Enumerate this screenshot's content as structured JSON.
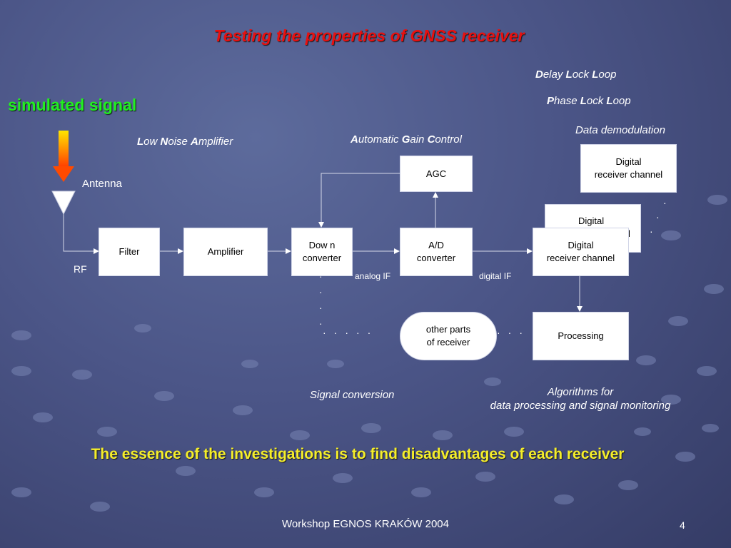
{
  "title": "Testing the properties of GNSS receiver",
  "simulated_signal": "simulated signal",
  "labels": {
    "low_noise_amplifier": {
      "l1": "L",
      "r1": "ow ",
      "l2": "N",
      "r2": "oise ",
      "l3": "A",
      "r3": "mplifier"
    },
    "agc_full": {
      "l1": "A",
      "r1": "utomatic ",
      "l2": "G",
      "r2": "ain ",
      "l3": "C",
      "r3": "ontrol"
    },
    "dll": {
      "l1": "D",
      "r1": "elay ",
      "l2": "L",
      "r2": "ock ",
      "l3": "L",
      "r3": "oop"
    },
    "pll": {
      "l1": "P",
      "r1": "hase ",
      "l2": "L",
      "r2": "ock ",
      "l3": "L",
      "r3": "oop"
    },
    "data_demodulation": "Data demodulation",
    "antenna": "Antenna",
    "rf": "RF",
    "analog_if": "analog IF",
    "digital_if": "digital IF",
    "signal_conversion": "Signal conversion",
    "algorithms_line1": "Algorithms for",
    "algorithms_line2": "data processing and signal monitoring"
  },
  "boxes": {
    "filter": "Filter",
    "amplifier": "Amplifier",
    "downconverter_1": "Dow n",
    "downconverter_2": "converter",
    "agc": "AGC",
    "ad_1": "A/D",
    "ad_2": "converter",
    "digital_top_1": "Digital",
    "digital_top_2": "receiver channel",
    "digital_mid_1": "Digital",
    "digital_mid_2": "l",
    "digital_front_1": "Digital",
    "digital_front_2": "receiver channel",
    "other_1": "other parts",
    "other_2": "of receiver",
    "processing": "Processing"
  },
  "essence": "The essence of the investigations is to find disadvantages of each receiver",
  "footer": "Workshop EGNOS KRAKÓW 2004",
  "page_number": "4",
  "icons": [
    "down-arrow-gradient-icon",
    "antenna-triangle-icon"
  ],
  "colors": {
    "title": "#e81010",
    "simulated": "#22ee22",
    "essence": "#f5ee2a",
    "arrow_top": "#ffe600",
    "arrow_bottom": "#ff3b00"
  }
}
